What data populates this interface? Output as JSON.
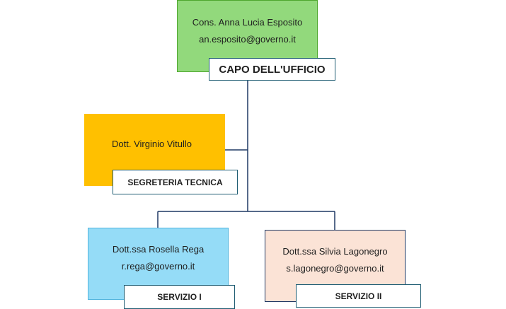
{
  "head": {
    "name": "Cons. Anna Lucia Esposito",
    "email": "an.esposito@governo.it",
    "title": "CAPO DELL'UFFICIO",
    "color": "#92d97c",
    "border": "#4ea72e"
  },
  "secretariat": {
    "name": "Dott. Virginio Vitullo",
    "title": "SEGRETERIA TECNICA",
    "color": "#ffc000",
    "border": "#ffc000"
  },
  "services": [
    {
      "name": "Dott.ssa Rosella Rega",
      "email": "r.rega@governo.it",
      "title": "SERVIZIO I",
      "color": "#95dcf7",
      "border": "#4fb3dd"
    },
    {
      "name": "Dott.ssa Silvia Lagonegro",
      "email": "s.lagonegro@governo.it",
      "title": "SERVIZIO II",
      "color": "#fbe3d6",
      "border": "#1f3864"
    }
  ],
  "connector_color": "#1f3864",
  "label_border_color": "#1f5d73"
}
